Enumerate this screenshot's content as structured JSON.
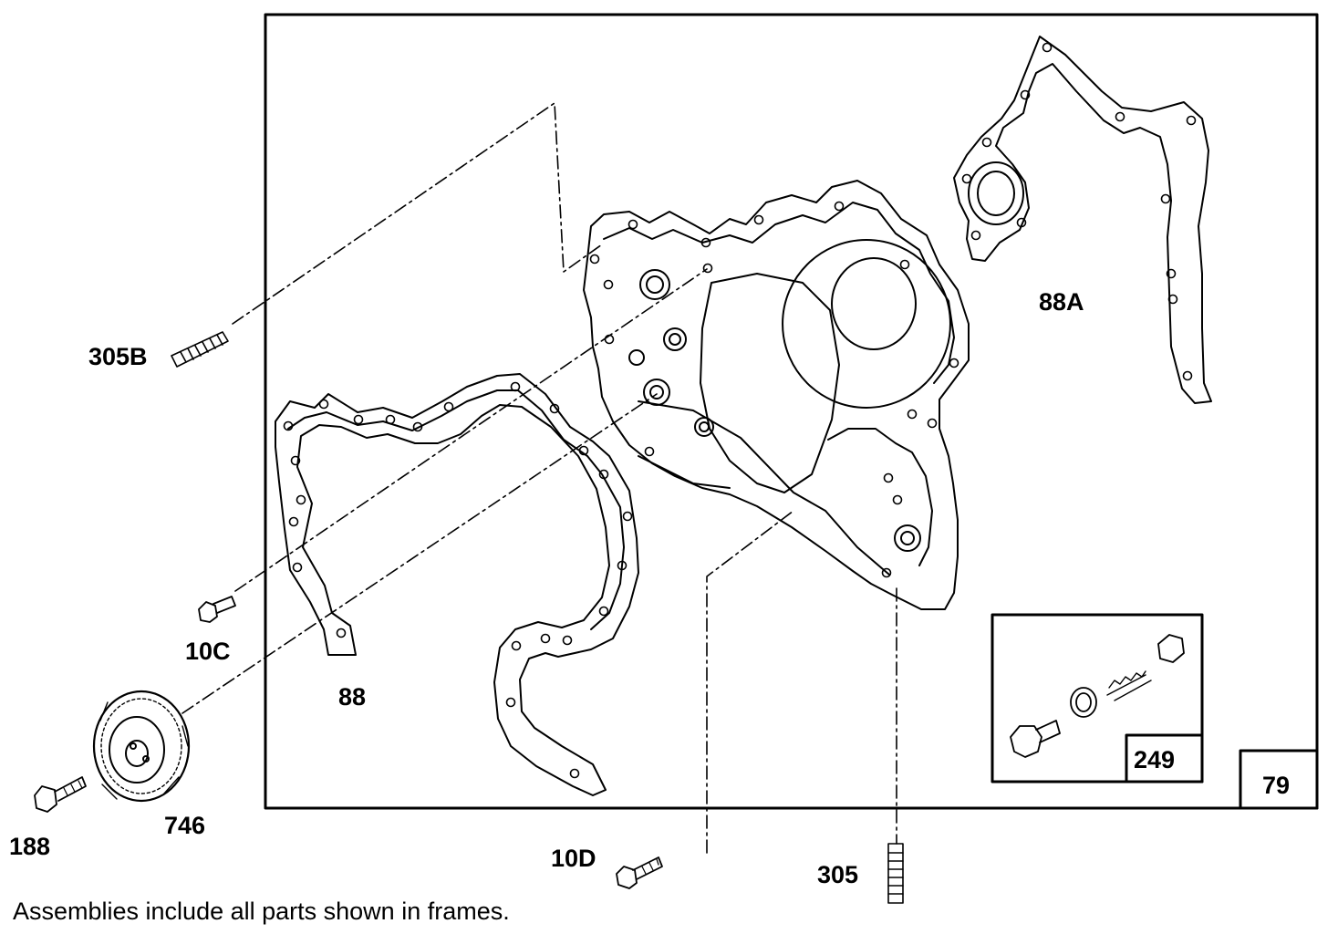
{
  "labels": {
    "stud_305b": "305B",
    "bolt_10c": "10C",
    "gasket_88": "88",
    "gasket_88a": "88A",
    "gear_746": "746",
    "screw_188": "188",
    "bolt_10d": "10D",
    "stud_305": "305",
    "kit_249": "249",
    "assembly_79": "79"
  },
  "footer": {
    "note": "Assemblies include all parts shown in frames."
  },
  "colors": {
    "line": "#000000",
    "background": "#ffffff"
  }
}
